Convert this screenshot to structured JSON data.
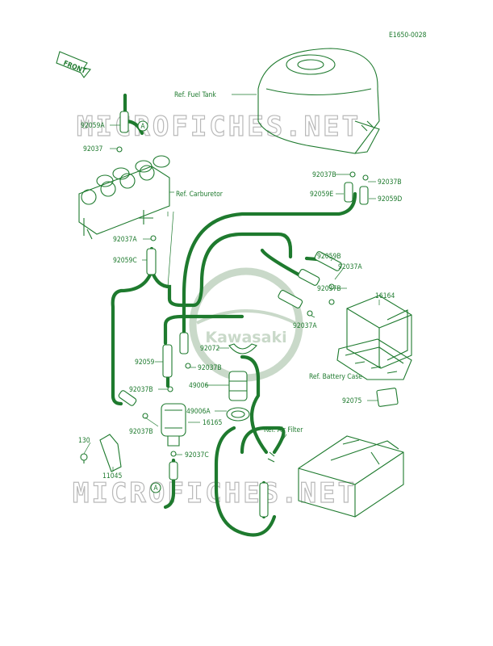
{
  "diagram_code": "E1650-0028",
  "front_label": "FRONT",
  "logo_text": "Kawasaki",
  "watermark": "MICROFICHES.NET",
  "callout_letter": "A",
  "labels": {
    "ref_fuel_tank": "Ref. Fuel Tank",
    "p92059A": "92059A",
    "p92037_top": "92037",
    "ref_carburetor": "Ref. Carburetor",
    "p92037A_left": "92037A",
    "p92059C": "92059C",
    "p92037B_tank_l": "92037B",
    "p92037B_tank_r": "92037B",
    "p92059E": "92059E",
    "p92059D": "92059D",
    "p92059B": "92059B",
    "p92037A_mid": "92037A",
    "p92037B_mid": "92037B",
    "p16164": "16164",
    "p92037A_bot": "92037A",
    "p92072": "92072",
    "p92059": "92059",
    "p92037B_c": "92037B",
    "ref_battery_case": "Ref. Battery Case",
    "p49006": "49006",
    "p92037B_d": "92037B",
    "p49006A": "49006A",
    "p16165": "16165",
    "p92037B_e": "92037B",
    "p92075": "92075",
    "ref_air_filter": "Ref. Air Filter",
    "p130": "130",
    "p92037C": "92037C",
    "p11045": "11045"
  }
}
